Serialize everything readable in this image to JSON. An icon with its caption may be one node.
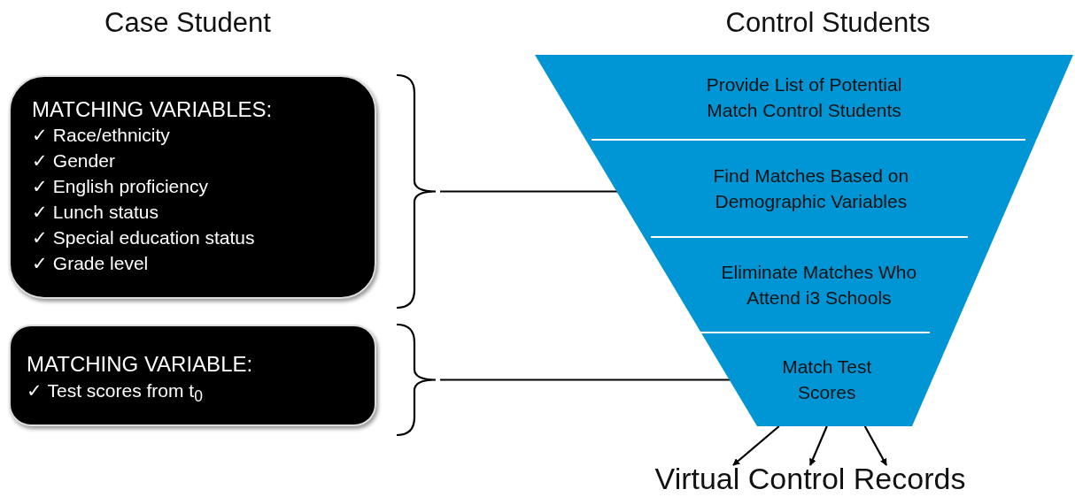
{
  "diagram": {
    "nodes": [
      {
        "text": [
          "MATCHING VARIABLES:",
          "✓ Race/ethnicity",
          "✓ Gender",
          "✓ English proficiency",
          "✓ Lunch status",
          "✓ Special education status",
          "✓ Grade level"
        ]
      },
      {
        "text": [
          "MATCHING VARIABLE:",
          "✓ Test scores from t$_{0}$"
        ]
      },
      {
        "text": [
          "Provide List of Potential Match Control Students"
        ]
      },
      {
        "text": [
          "Find Matches Based on Demographic Variables"
        ]
      },
      {
        "text": [
          "Eliminate Matches Who Attend i3 Schools"
        ]
      },
      {
        "text": [
          "Match Test Scores"
        ]
      },
      {
        "text": [
          "Virtual Control Records"
        ]
      }
    ],
    "edges": [
      {
        "from": 0,
        "to": 3,
        "arrow": "none"
      },
      {
        "from": 1,
        "to": 5,
        "arrow": "none"
      },
      {
        "from": 5,
        "to": 6,
        "arrow": "to"
      },
      {
        "from": 5,
        "to": 6,
        "arrow": "to"
      },
      {
        "from": 5,
        "to": 6,
        "arrow": "to"
      }
    ],
    "labels": [
      "Case Student",
      "Control Students"
    ]
  }
}
